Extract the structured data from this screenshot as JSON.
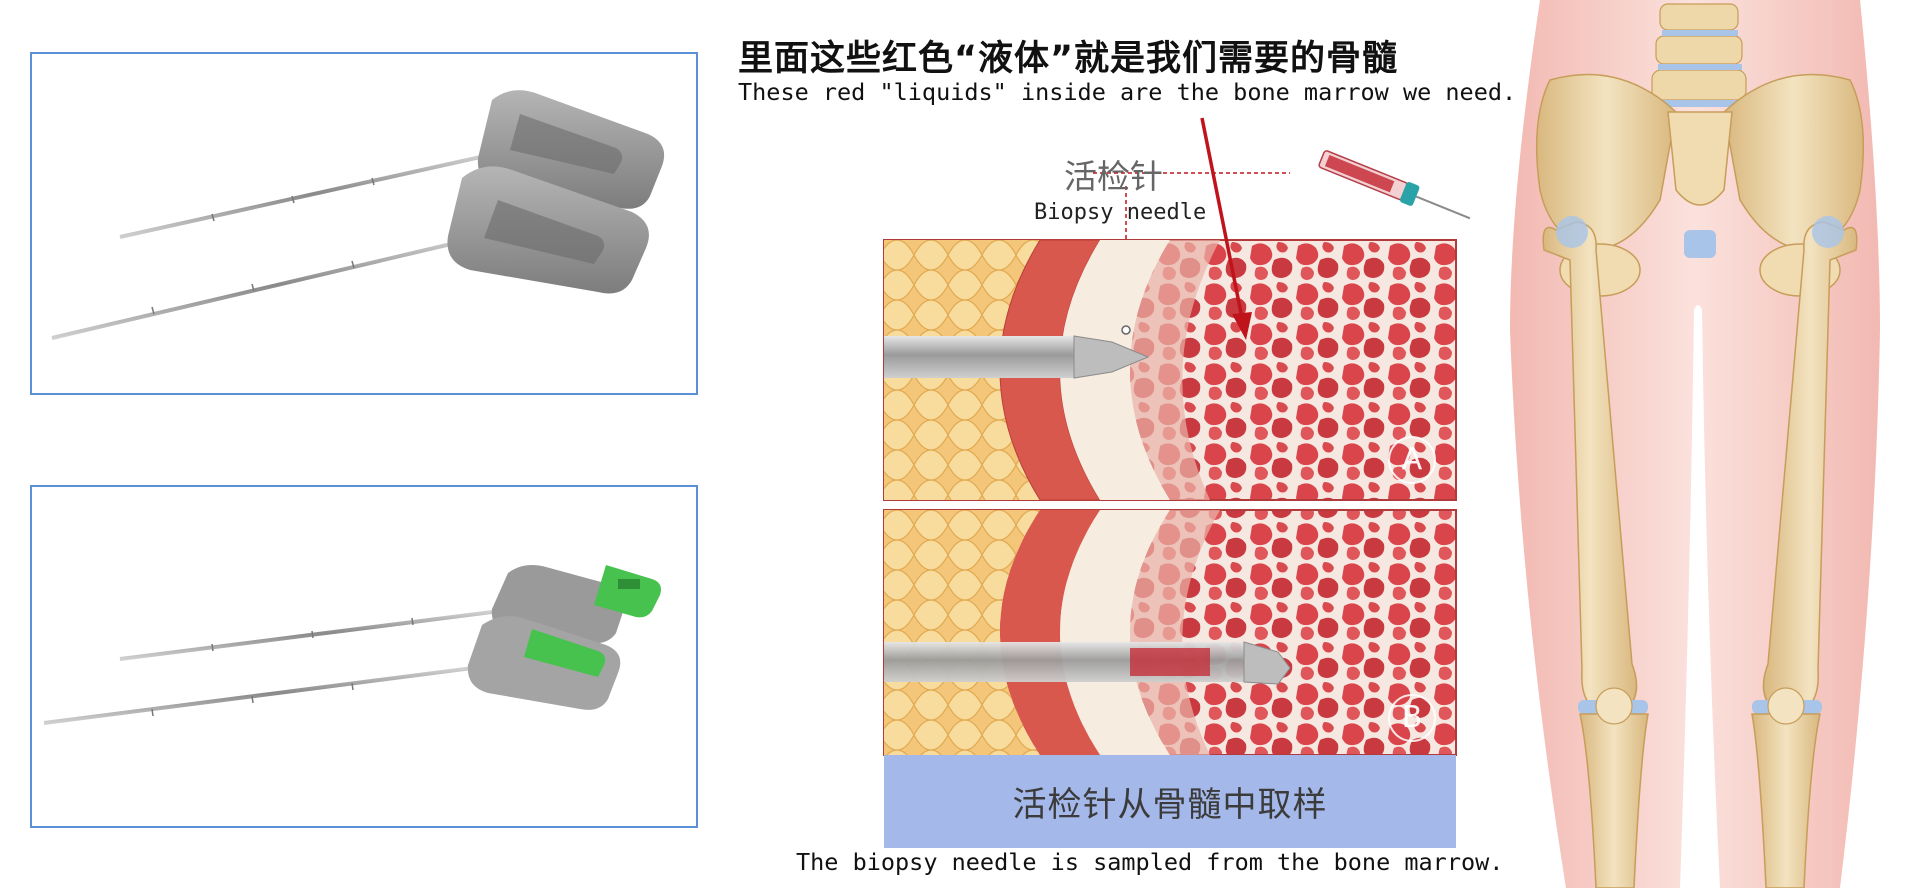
{
  "heading": {
    "zh": "里面这些红色“液体”就是我们需要的骨髓",
    "en": "These red \"liquids\" inside are the bone marrow we need."
  },
  "illustration": {
    "needle_label_zh": "活检针",
    "needle_label_en": "Biopsy needle",
    "panel_a": "A",
    "panel_b": "B",
    "caption_zh": "活检针从骨髓中取样",
    "caption_en": "The biopsy needle is sampled from the bone marrow."
  },
  "colors": {
    "frame_border": "#5b8fd6",
    "arrow": "#c0141c",
    "caption_band": "#a4b8ea",
    "marrow": "#d9454a",
    "skin": "#f7cfc9",
    "bone": "#e8d3a8",
    "needle_handle_gray": "#8e8e8e",
    "needle_handle_green": "#47c24f"
  },
  "icons": {
    "needle_photo_top": "biopsy-needle-gray-icon",
    "needle_photo_bottom": "biopsy-needle-green-icon",
    "pointer_arrow": "red-arrow-icon",
    "syringe": "syringe-icon",
    "skeleton": "pelvis-legs-skeleton-icon"
  }
}
